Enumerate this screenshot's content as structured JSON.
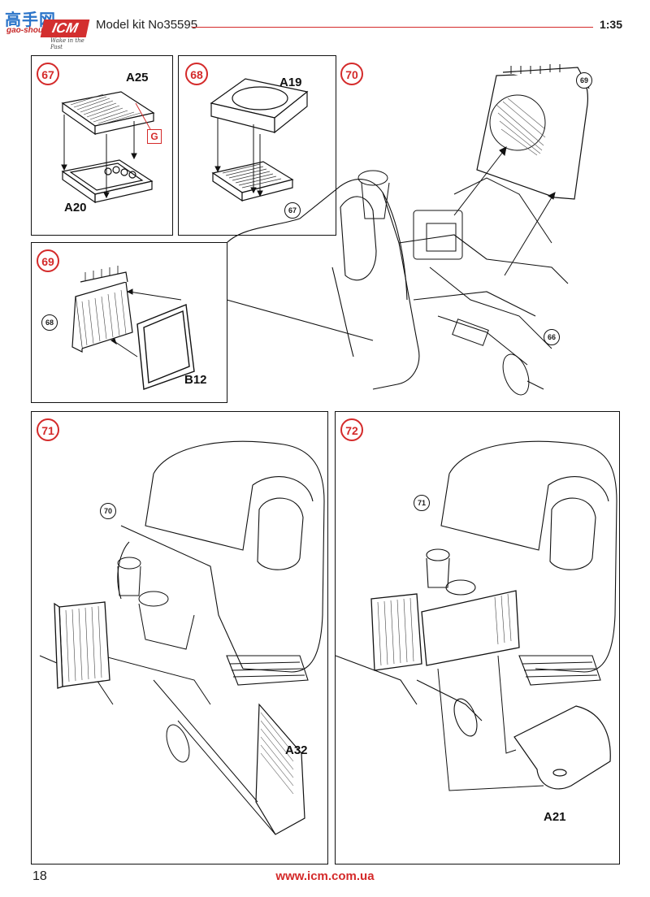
{
  "header": {
    "logo": {
      "cn_text": "高手网",
      "site_text": "gao-shou.com",
      "brand": "ICM",
      "tagline": "Wake in the Past"
    },
    "kit_title": "Model kit No35595",
    "scale": "1:35"
  },
  "steps": [
    {
      "number": "67",
      "parts": [
        "A25",
        "A20"
      ],
      "paint_code": "G"
    },
    {
      "number": "68",
      "parts": [
        "A19"
      ],
      "refs": [
        "67"
      ]
    },
    {
      "number": "69",
      "parts": [
        "B12"
      ],
      "refs": [
        "68"
      ]
    },
    {
      "number": "70",
      "refs": [
        "69",
        "66"
      ]
    },
    {
      "number": "71",
      "parts": [
        "A32"
      ],
      "refs": [
        "70"
      ]
    },
    {
      "number": "72",
      "parts": [
        "A21"
      ],
      "refs": [
        "71"
      ]
    }
  ],
  "footer": {
    "page_number": "18",
    "website": "www.icm.com.ua"
  },
  "colors": {
    "accent": "#d42a2a",
    "line": "#111111",
    "logo_blue": "#2a74c9"
  }
}
